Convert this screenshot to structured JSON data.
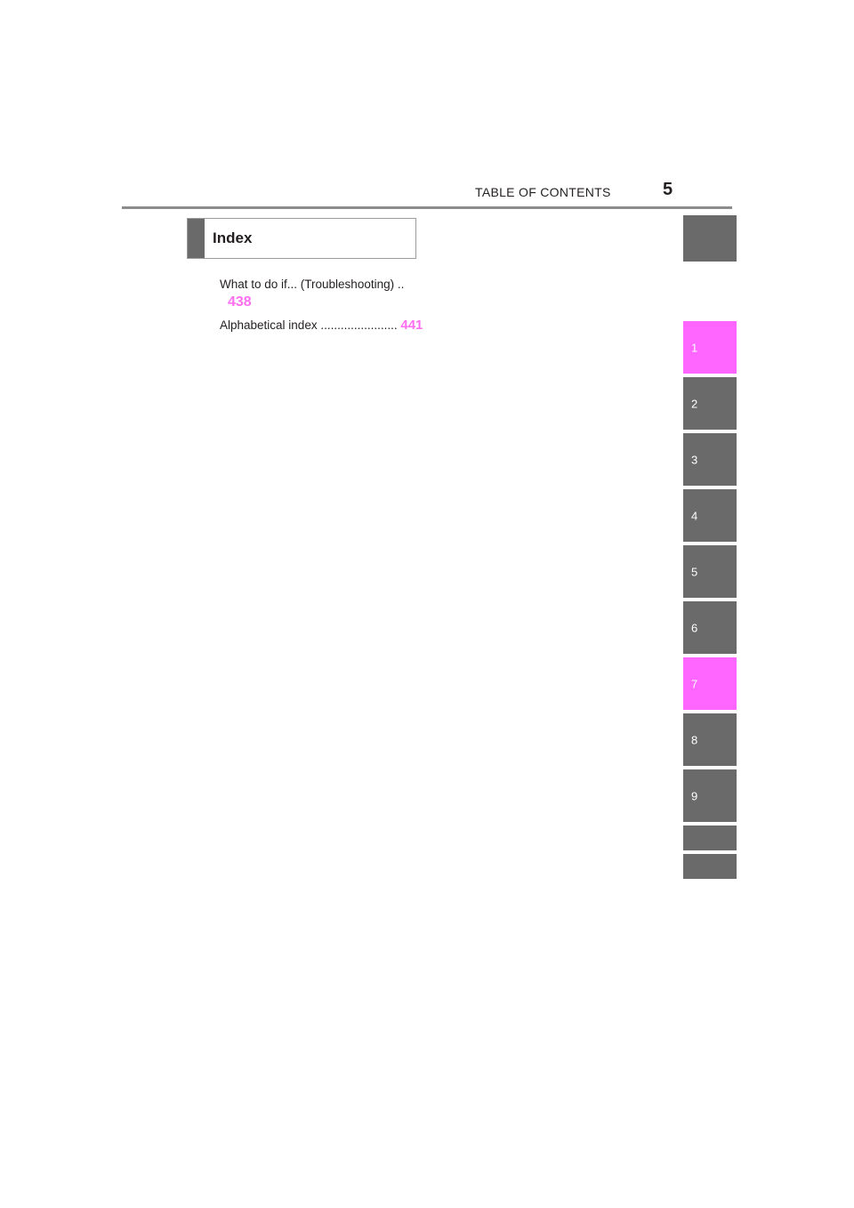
{
  "header": {
    "title": "TABLE OF CONTENTS",
    "page_number": "5"
  },
  "section": {
    "title": "Index"
  },
  "entries": [
    {
      "label": "What to do if... (Troubleshooting)  ..",
      "page": "438"
    },
    {
      "label": "Alphabetical index .......................",
      "page": "441"
    }
  ],
  "tabs": [
    {
      "label": "",
      "active": false
    },
    {
      "label": "1",
      "active": true
    },
    {
      "label": "2",
      "active": false
    },
    {
      "label": "3",
      "active": false
    },
    {
      "label": "4",
      "active": false
    },
    {
      "label": "5",
      "active": false
    },
    {
      "label": "6",
      "active": false
    },
    {
      "label": "7",
      "active": true
    },
    {
      "label": "8",
      "active": false
    },
    {
      "label": "9",
      "active": false
    },
    {
      "label": "",
      "active": false
    },
    {
      "label": "",
      "active": false
    }
  ],
  "colors": {
    "accent": "#ff66ff",
    "tab_gray": "#6a6a6a"
  }
}
